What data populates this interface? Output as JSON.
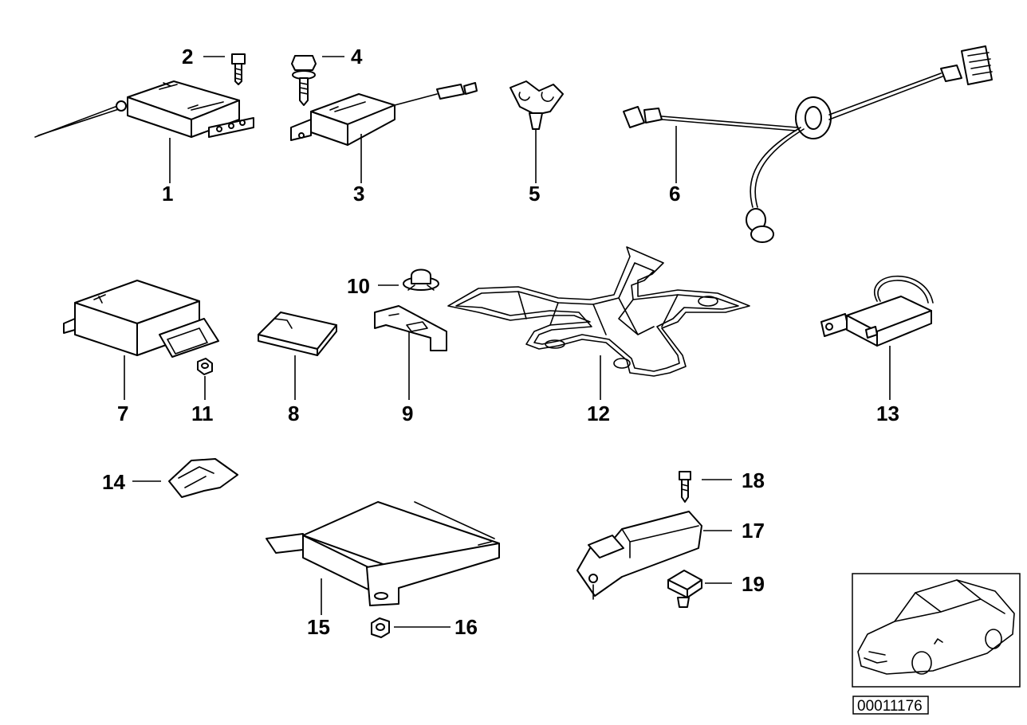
{
  "callouts": [
    {
      "id": "1",
      "text": "1"
    },
    {
      "id": "2",
      "text": "2"
    },
    {
      "id": "3",
      "text": "3"
    },
    {
      "id": "4",
      "text": "4"
    },
    {
      "id": "5",
      "text": "5"
    },
    {
      "id": "6",
      "text": "6"
    },
    {
      "id": "7",
      "text": "7"
    },
    {
      "id": "8",
      "text": "8"
    },
    {
      "id": "9",
      "text": "9"
    },
    {
      "id": "10",
      "text": "10"
    },
    {
      "id": "11",
      "text": "11"
    },
    {
      "id": "12",
      "text": "12"
    },
    {
      "id": "13",
      "text": "13"
    },
    {
      "id": "14",
      "text": "14"
    },
    {
      "id": "15",
      "text": "15"
    },
    {
      "id": "16",
      "text": "16"
    },
    {
      "id": "17",
      "text": "17"
    },
    {
      "id": "18",
      "text": "18"
    },
    {
      "id": "19",
      "text": "19"
    }
  ],
  "reference_number": "00011176"
}
